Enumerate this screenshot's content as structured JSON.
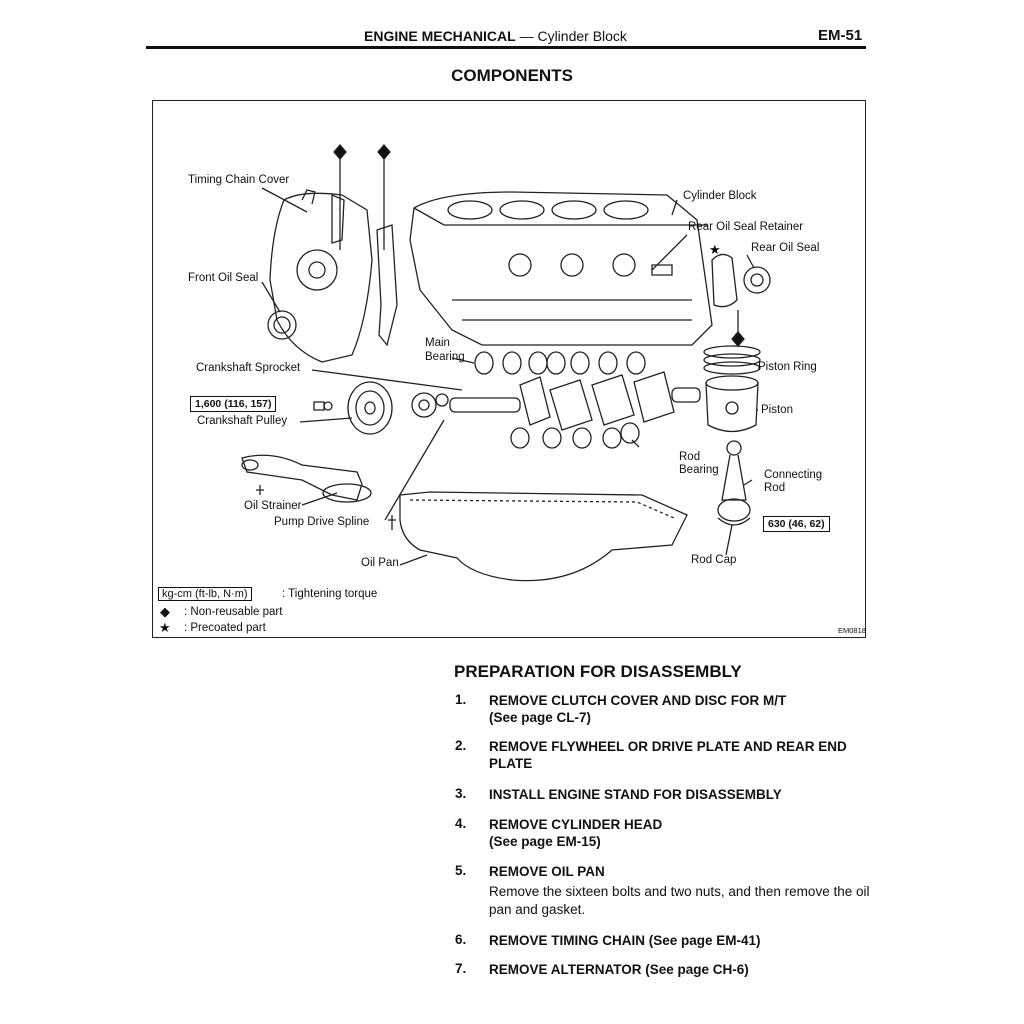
{
  "header": {
    "section": "ENGINE MECHANICAL",
    "dash": "—",
    "subsection": "Cylinder Block",
    "page": "EM-51"
  },
  "components_title": "COMPONENTS",
  "figure": {
    "code": "EM0818",
    "labels": {
      "timing_chain_cover": "Timing Chain Cover",
      "front_oil_seal": "Front Oil Seal",
      "cylinder_block": "Cylinder Block",
      "rear_oil_seal_retainer": "Rear Oil Seal Retainer",
      "rear_oil_seal": "Rear Oil Seal",
      "main_bearing_1": "Main",
      "main_bearing_2": "Bearing",
      "crankshaft_sprocket": "Crankshaft Sprocket",
      "piston_ring": "Piston Ring",
      "crankshaft_pulley": "Crankshaft Pulley",
      "piston": "Piston",
      "rod_bearing_1": "Rod",
      "rod_bearing_2": "Bearing",
      "connecting_rod_1": "Connecting",
      "connecting_rod_2": "Rod",
      "oil_strainer": "Oil Strainer",
      "pump_drive_spline": "Pump Drive Spline",
      "oil_pan": "Oil Pan",
      "rod_cap": "Rod Cap"
    },
    "torques": {
      "pulley": "1,600 (116, 157)",
      "rod_cap": "630 (46, 62)"
    },
    "legend": {
      "torque_box": "kg-cm (ft-lb, N·m)",
      "torque_text": ": Tightening torque",
      "diamond_symbol": "◆",
      "diamond_text": ":  Non-reusable part",
      "star_symbol": "★",
      "star_text": ":  Precoated part"
    }
  },
  "preparation": {
    "title": "PREPARATION FOR DISASSEMBLY",
    "steps": [
      {
        "num": "1.",
        "text": "REMOVE CLUTCH COVER AND DISC FOR M/T",
        "sub": "(See page CL-7)"
      },
      {
        "num": "2.",
        "text": "REMOVE FLYWHEEL OR DRIVE PLATE AND REAR END",
        "sub": "PLATE"
      },
      {
        "num": "3.",
        "text": "INSTALL ENGINE STAND FOR DISASSEMBLY"
      },
      {
        "num": "4.",
        "text": "REMOVE CYLINDER HEAD",
        "sub": "(See page EM-15)"
      },
      {
        "num": "5.",
        "text": "REMOVE OIL PAN",
        "body": "Remove the sixteen bolts and two nuts, and then remove the oil pan and gasket."
      },
      {
        "num": "6.",
        "text": "REMOVE TIMING CHAIN (See page EM-41)"
      },
      {
        "num": "7.",
        "text": "REMOVE ALTERNATOR (See page CH-6)"
      }
    ]
  }
}
